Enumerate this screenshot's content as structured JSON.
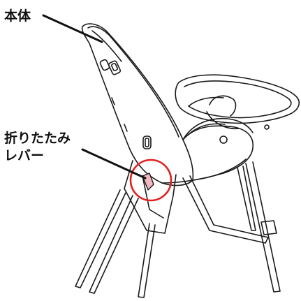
{
  "labels": {
    "body": "本体",
    "folding_lever_line1": "折りたたみ",
    "folding_lever_line2": "レバー"
  },
  "colors": {
    "line": "#1a1a1a",
    "highlight_circle": "#e02020",
    "lever_fill": "#f3b8bf",
    "background": "#ffffff"
  }
}
